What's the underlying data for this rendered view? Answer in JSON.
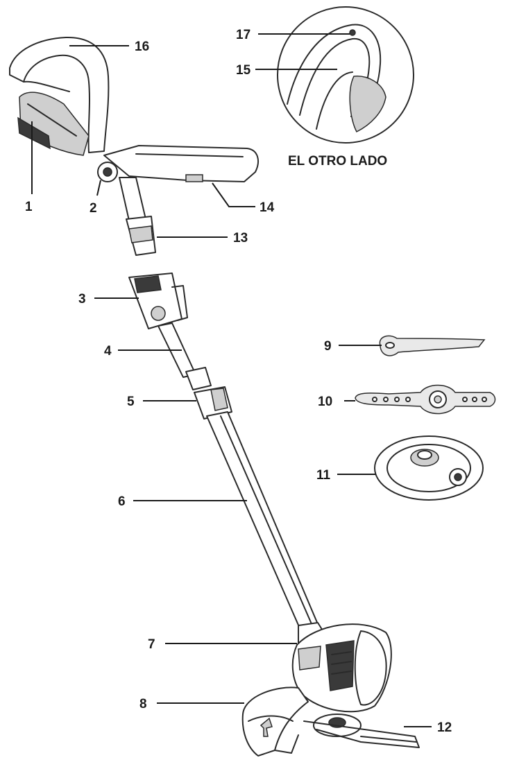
{
  "callouts": [
    {
      "id": "1",
      "text": "1"
    },
    {
      "id": "2",
      "text": "2"
    },
    {
      "id": "3",
      "text": "3"
    },
    {
      "id": "4",
      "text": "4"
    },
    {
      "id": "5",
      "text": "5"
    },
    {
      "id": "6",
      "text": "6"
    },
    {
      "id": "7",
      "text": "7"
    },
    {
      "id": "8",
      "text": "8"
    },
    {
      "id": "9",
      "text": "9"
    },
    {
      "id": "10",
      "text": "10"
    },
    {
      "id": "11",
      "text": "11"
    },
    {
      "id": "12",
      "text": "12"
    },
    {
      "id": "13",
      "text": "13"
    },
    {
      "id": "14",
      "text": "14"
    },
    {
      "id": "15",
      "text": "15"
    },
    {
      "id": "16",
      "text": "16"
    },
    {
      "id": "17",
      "text": "17"
    }
  ],
  "inset_caption": "EL OTRO LADO"
}
